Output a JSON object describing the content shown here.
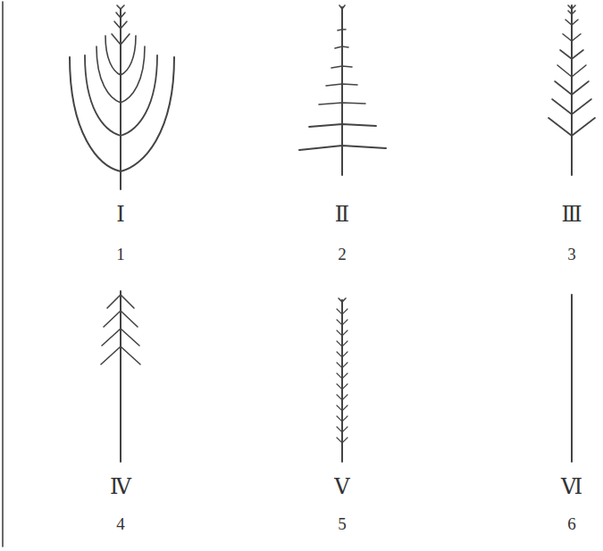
{
  "diagram": {
    "labels": [
      "Ⅰ",
      "1",
      "Ⅱ",
      "2",
      "Ⅲ",
      "3",
      "Ⅳ",
      "4",
      "Ⅴ",
      "5",
      "Ⅵ",
      "6"
    ]
  }
}
